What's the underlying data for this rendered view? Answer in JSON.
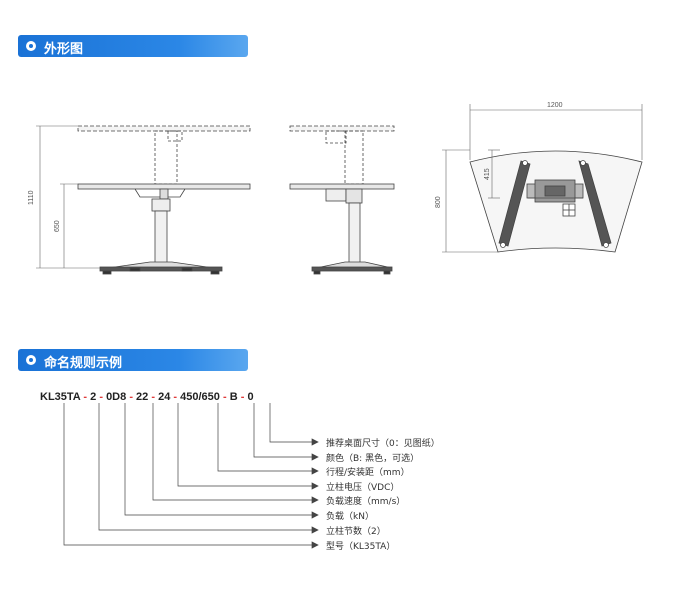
{
  "sections": {
    "outline": {
      "title": "外形图"
    },
    "naming": {
      "title": "命名规则示例"
    }
  },
  "dimensions": {
    "total_height": "1110",
    "lower_height": "650",
    "width": "1200",
    "depth": "800",
    "inner": "415"
  },
  "code": {
    "parts": [
      "KL35TA",
      "2",
      "0D8",
      "22",
      "24",
      "450/650",
      "B",
      "0"
    ],
    "separator": "-"
  },
  "legend": [
    "推荐桌面尺寸（0：见图纸）",
    "颜色（B: 黑色，可选）",
    "行程/安装距（mm）",
    "立柱电压（VDC）",
    "负载速度（mm/s）",
    "负载（kN）",
    "立柱节数（2）",
    "型号（KL35TA）"
  ]
}
